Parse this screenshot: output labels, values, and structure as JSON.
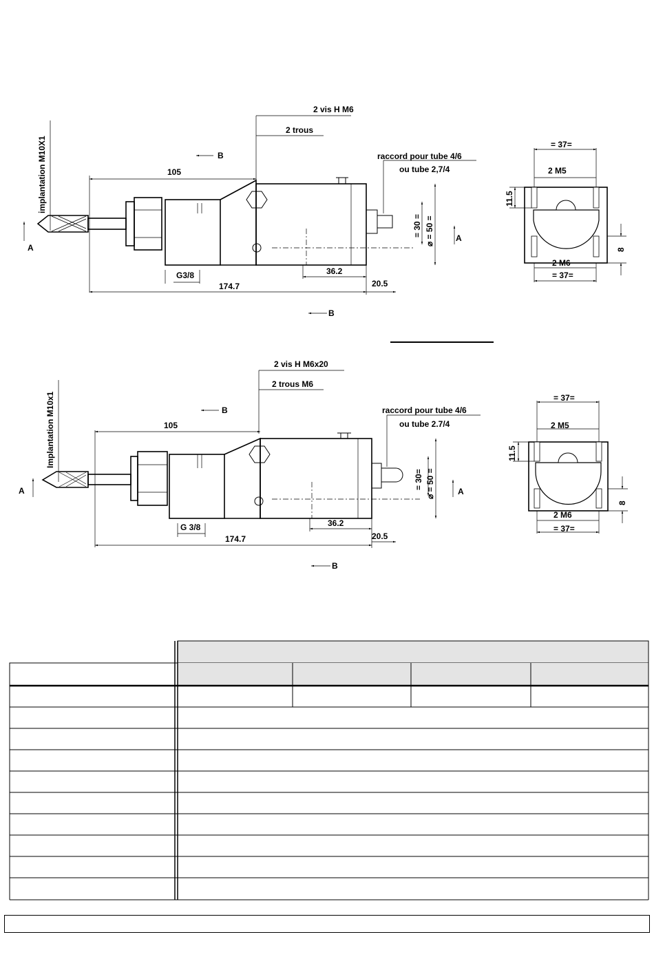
{
  "drawing_top": {
    "callout_screws": "2 vis H M6",
    "callout_holes": "2 trous",
    "callout_fitting_line1": "raccord pour tube 4/6",
    "callout_fitting_line2": "ou tube 2,7/4",
    "implantation": "implantation M10X1",
    "dim_105": "105",
    "dim_174": "174.7",
    "dim_36": "36.2",
    "dim_20": "20.5",
    "thread": "G3/8",
    "dim_30": "= 30 =",
    "dim_50": "⌀ = 50 =",
    "view_a": "A",
    "view_b": "B",
    "end_top": "= 37=",
    "end_bottom": "= 37=",
    "end_m5": "2 M5",
    "end_m6": "2 M6",
    "end_11": "11.5",
    "end_8": "8"
  },
  "drawing_bottom": {
    "callout_screws": "2 vis H M6x20",
    "callout_holes": "2 trous M6",
    "callout_fitting_line1": "raccord pour tube 4/6",
    "callout_fitting_line2": "ou tube 2.7/4",
    "implantation": "Implantation M10x1",
    "dim_105": "105",
    "dim_174": "174.7",
    "dim_36": "36.2",
    "dim_20": "20.5",
    "thread": "G 3/8",
    "dim_30": "= 30=",
    "dim_50": "⌀ = 50 =",
    "view_a": "A",
    "view_b": "B",
    "end_top": "= 37=",
    "end_bottom": "= 37=",
    "end_m5": "2 M5",
    "end_m6": "2 M6",
    "end_11": "11.5",
    "end_8": "8"
  },
  "colors": {
    "line": "#000000",
    "table_header_fill": "#e4e4e4",
    "background": "#ffffff"
  }
}
